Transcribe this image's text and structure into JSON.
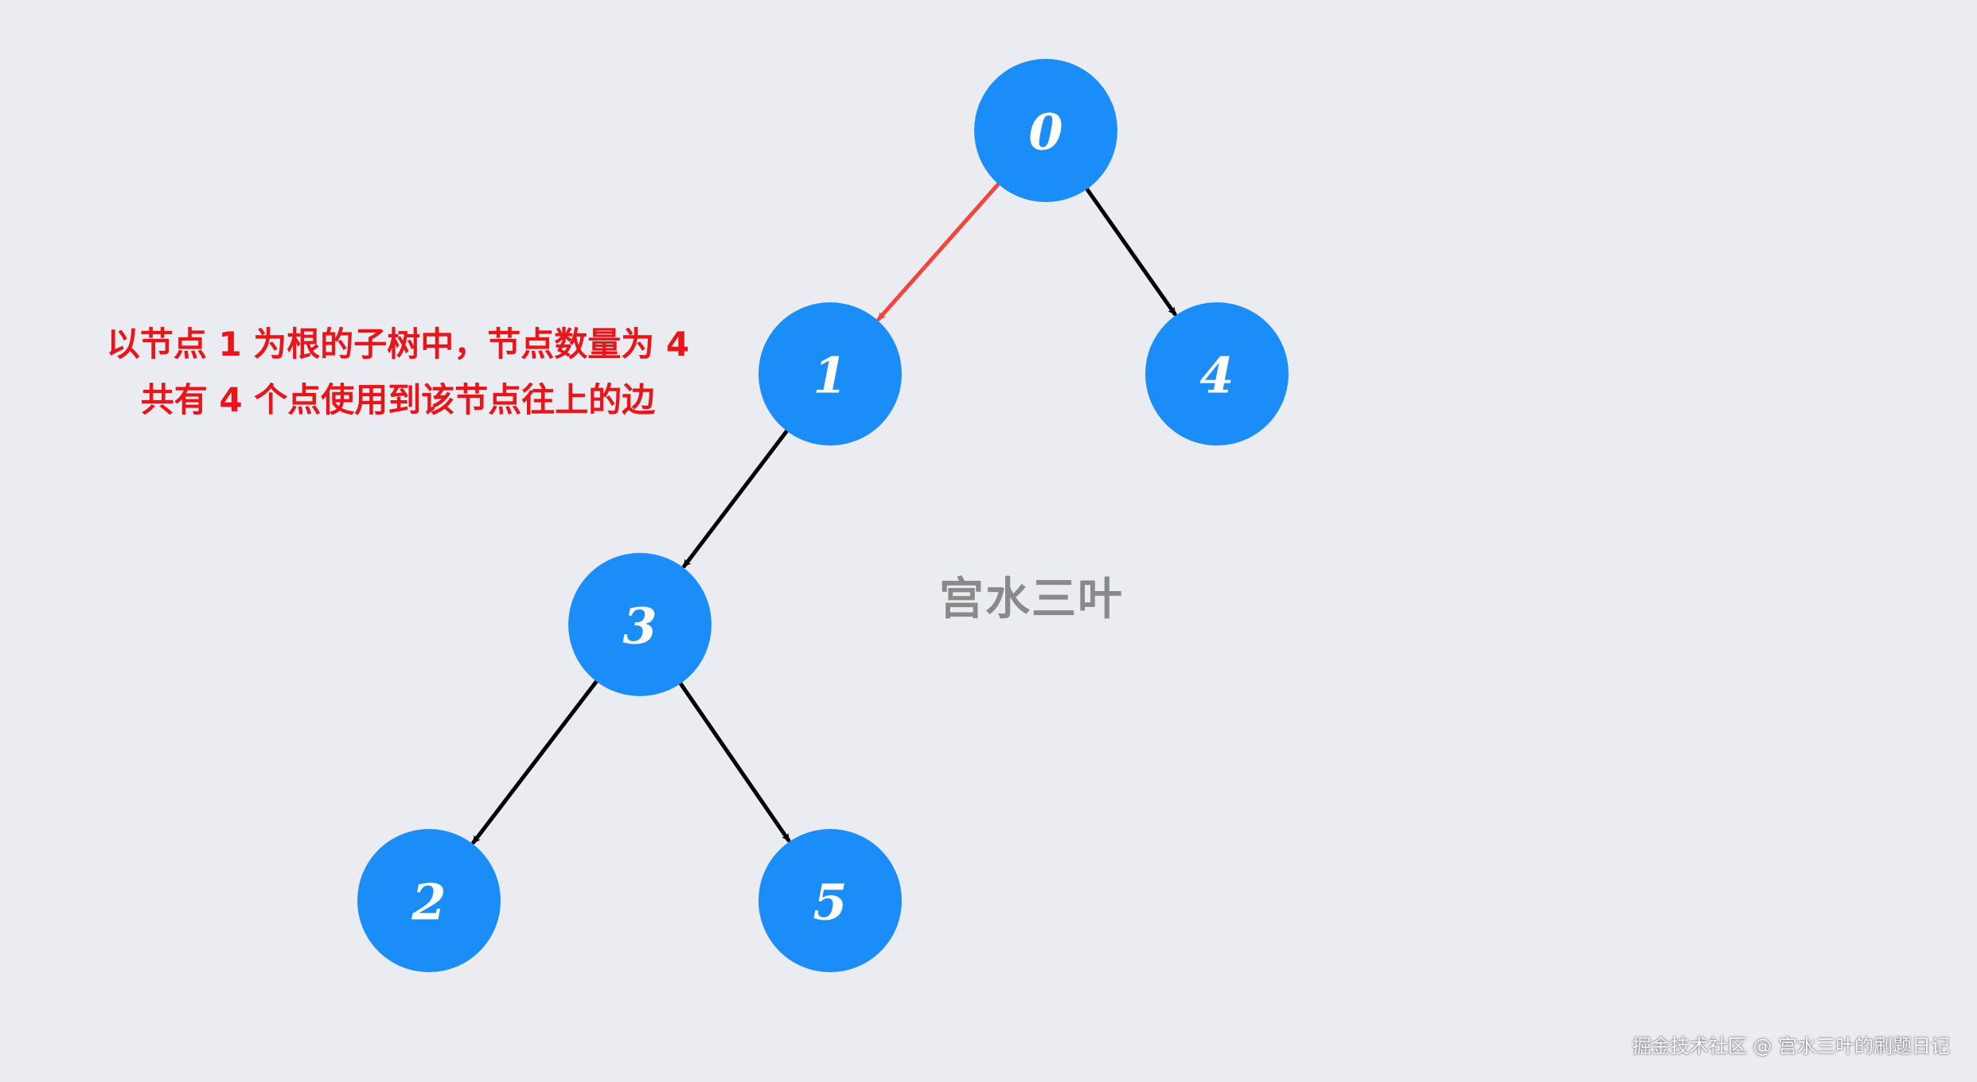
{
  "colors": {
    "background": "#ebecf1",
    "node_fill": "#1b8df8",
    "node_text": "#ffffff",
    "edge_default": "#000000",
    "edge_highlight": "#f0463c",
    "annotation": "#e8151b",
    "watermark": "#8a8a8a"
  },
  "tree": {
    "nodes": [
      {
        "id": "0",
        "label": "0"
      },
      {
        "id": "1",
        "label": "1"
      },
      {
        "id": "4",
        "label": "4"
      },
      {
        "id": "3",
        "label": "3"
      },
      {
        "id": "2",
        "label": "2"
      },
      {
        "id": "5",
        "label": "5"
      }
    ],
    "edges": [
      {
        "from": "0",
        "to": "1",
        "highlight": true
      },
      {
        "from": "0",
        "to": "4",
        "highlight": false
      },
      {
        "from": "1",
        "to": "3",
        "highlight": false
      },
      {
        "from": "3",
        "to": "2",
        "highlight": false
      },
      {
        "from": "3",
        "to": "5",
        "highlight": false
      }
    ]
  },
  "annotation": {
    "line1": "以节点 1 为根的子树中，节点数量为 4",
    "line2": "共有 4 个点使用到该节点往上的边"
  },
  "watermark": "宫水三叶",
  "credit": "掘金技术社区 @ 宫水三叶的刷题日记"
}
